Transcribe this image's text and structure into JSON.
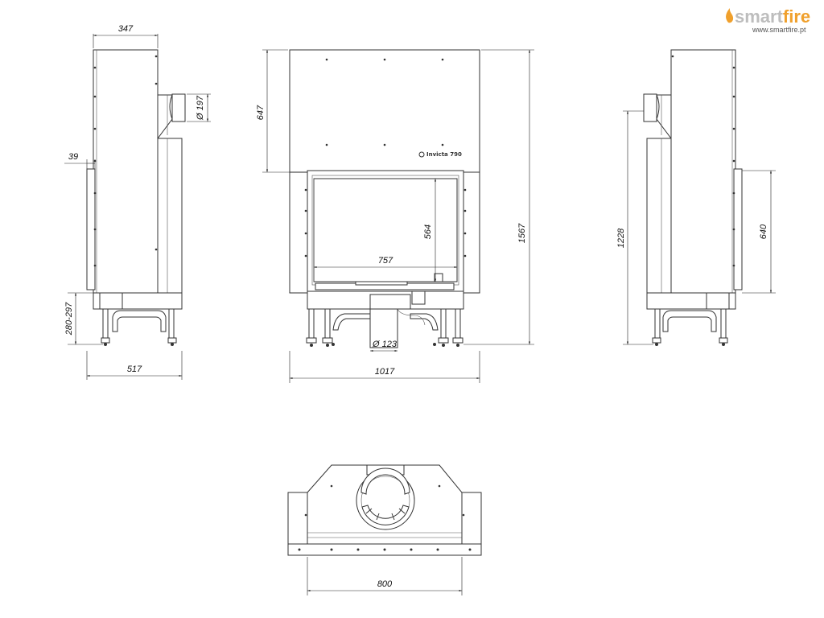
{
  "brand": {
    "name_prefix": "smart",
    "name_suffix": "fire",
    "url": "www.smartfire.pt"
  },
  "product_badge": "Invicta 790",
  "dimensions": {
    "side_depth_top": "347",
    "side_flue_diameter": "Ø 197",
    "side_offset": "39",
    "side_legs": "280-297",
    "side_depth_bottom": "517",
    "front_upper_height": "647",
    "front_window_height": "564",
    "front_window_width": "757",
    "front_total_height": "1567",
    "front_air_inlet": "Ø 123",
    "front_total_width": "1017",
    "right_height": "1228",
    "right_window_height": "640",
    "top_width": "800"
  },
  "colors": {
    "line": "#333333",
    "brand_grey": "#bdbdbd",
    "brand_orange": "#f0a02c"
  }
}
